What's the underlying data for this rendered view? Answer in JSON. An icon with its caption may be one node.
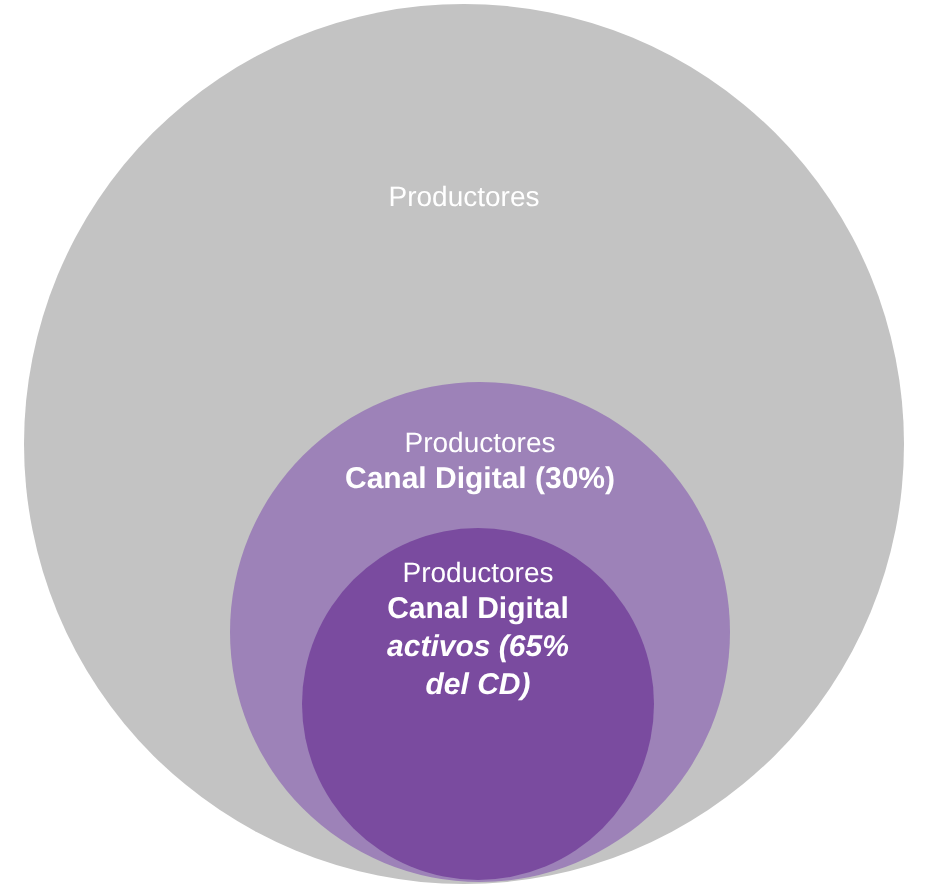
{
  "diagram": {
    "nodes": [
      {
        "text": [
          "Productores"
        ]
      },
      {
        "text": [
          "Productores",
          "Canal Digital (30%)"
        ],
        "in": 0
      },
      {
        "text": [
          "Productores",
          "Canal Digital *activos* *(65% del CD)*"
        ],
        "in": 1
      }
    ]
  }
}
